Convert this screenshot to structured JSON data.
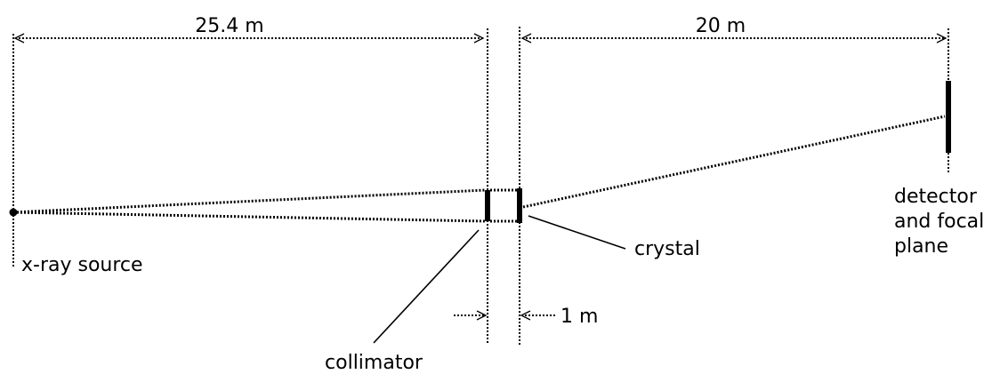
{
  "dimensions": {
    "source_to_collimator": "25.4 m",
    "crystal_to_detector": "20 m",
    "collimator_to_crystal": "1 m"
  },
  "labels": {
    "source": "x-ray source",
    "collimator": "collimator",
    "crystal": "crystal",
    "detector_line1": "detector",
    "detector_line2": "and focal",
    "detector_line3": "plane"
  }
}
